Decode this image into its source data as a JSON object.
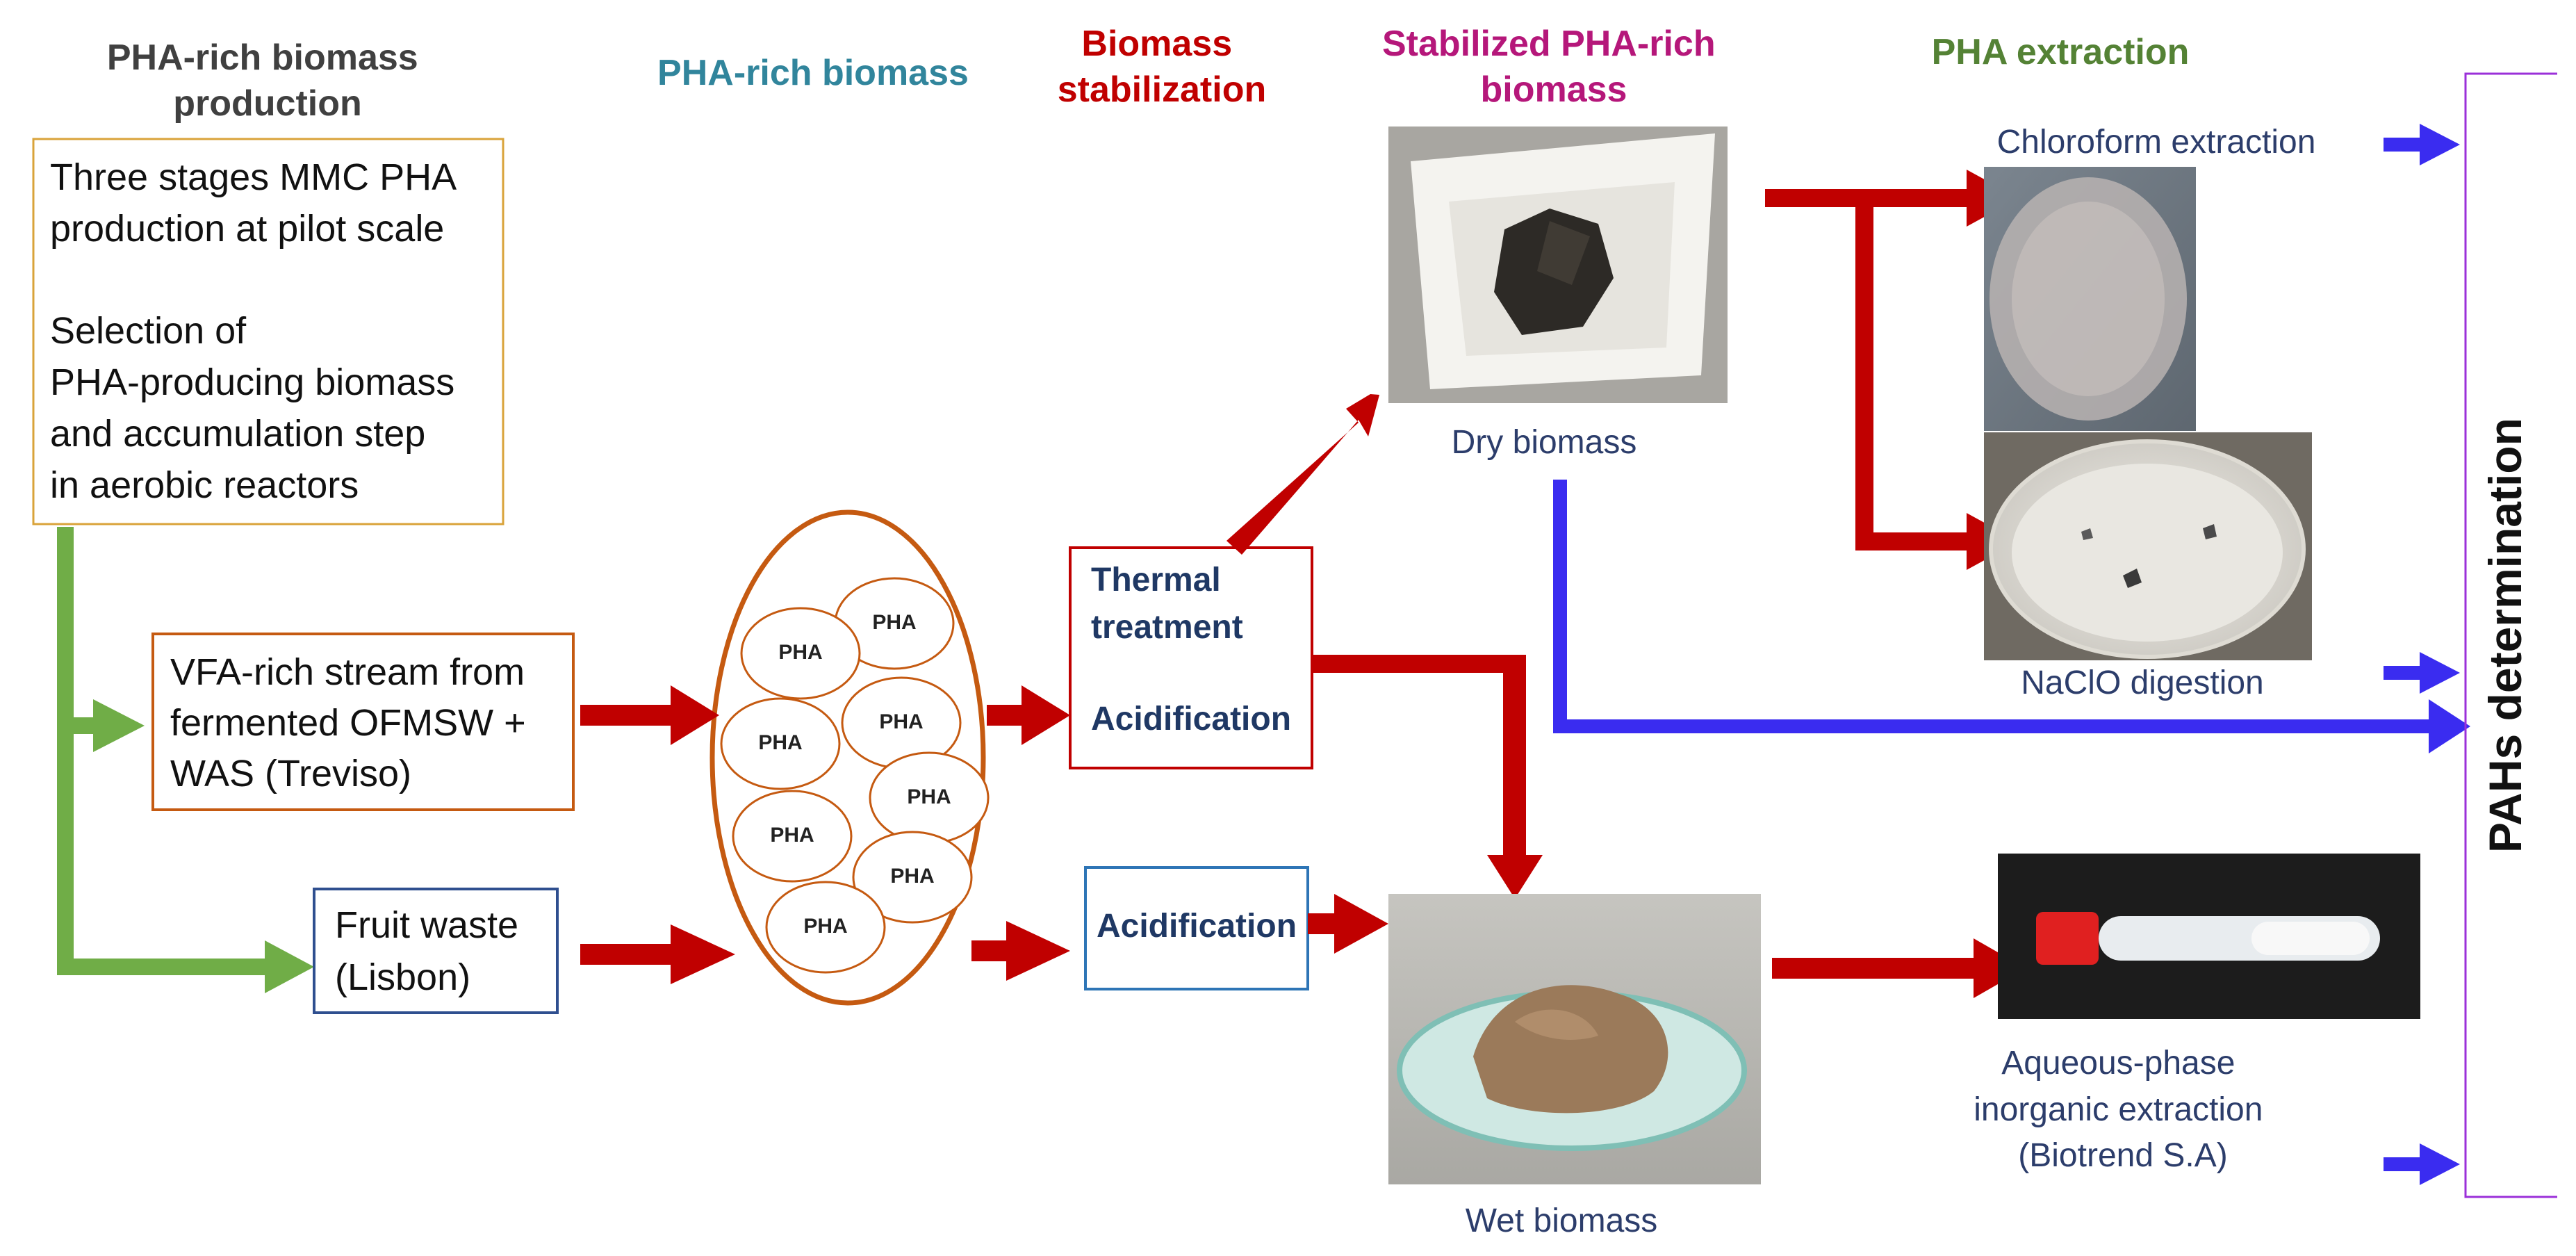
{
  "headers": {
    "production": [
      "PHA-rich biomass",
      "production"
    ],
    "biomass": "PHA-rich biomass",
    "stabilization": [
      "Biomass",
      "stabilization"
    ],
    "stabilized": [
      "Stabilized PHA-rich",
      "biomass"
    ],
    "extraction": "PHA extraction"
  },
  "header_colors": {
    "production": "#404040",
    "biomass": "#31859c",
    "stabilization": "#c00000",
    "stabilized": "#b5177a",
    "extraction": "#548235"
  },
  "production_box": {
    "lines": [
      "Three stages MMC PHA",
      "production at pilot scale",
      "",
      "Selection of",
      "PHA-producing biomass",
      "and accumulation step",
      "in aerobic reactors"
    ]
  },
  "sources": {
    "vfa": [
      "VFA-rich stream from",
      "fermented OFMSW +",
      "WAS (Treviso)"
    ],
    "fruit": [
      "Fruit waste",
      "(Lisbon)"
    ]
  },
  "granule_label": "PHA",
  "stabilization_steps": {
    "thermal": [
      "Thermal",
      "treatment",
      "Acidification"
    ],
    "acid": "Acidification"
  },
  "biomass_captions": {
    "dry": "Dry biomass",
    "wet": "Wet biomass"
  },
  "extraction_captions": {
    "chloroform": "Chloroform extraction",
    "naclo": "NaClO digestion",
    "aqueous": [
      "Aqueous-phase",
      "inorganic extraction",
      "(Biotrend S.A)"
    ]
  },
  "final_label": "PAHs determination",
  "colors": {
    "green_arrow": "#70ad47",
    "red_arrow": "#c00000",
    "blue_arrow": "#3a2cf0",
    "production_box_border": "#d9a33a",
    "vfa_box_border": "#c55a11",
    "fruit_box_border": "#2f4f8f",
    "ellipse_border": "#c55a11",
    "thermal_box_border": "#c00000",
    "acid_box_border": "#2e75b6",
    "bracket": "#9b30d9"
  }
}
